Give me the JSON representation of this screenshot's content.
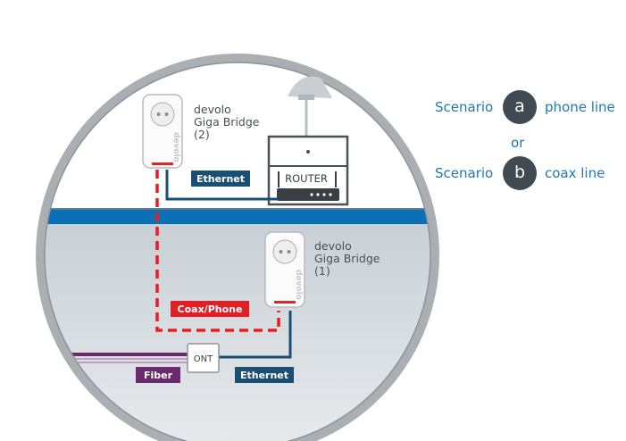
{
  "devices": {
    "upper": {
      "name_line1": "devolo",
      "name_line2": "Giga Bridge",
      "name_line3": "(2)"
    },
    "lower": {
      "name_line1": "devolo",
      "name_line2": "Giga Bridge",
      "name_line3": "(1)"
    },
    "brand": "devolo",
    "router": "ROUTER",
    "ont": "ONT"
  },
  "tags": {
    "ethernet_top": "Ethernet",
    "ethernet_bottom": "Ethernet",
    "coax_phone": "Coax/Phone",
    "fiber": "Fiber"
  },
  "legend": {
    "row_a": {
      "prefix": "Scenario",
      "letter": "a",
      "suffix": "phone line"
    },
    "or": "or",
    "row_b": {
      "prefix": "Scenario",
      "letter": "b",
      "suffix": "coax line"
    }
  },
  "colors": {
    "ethernet": "#1a4f73",
    "coax_phone": "#e31e24",
    "fiber": "#6b2a6b",
    "floor_band": "#0a6fb5",
    "accent": "#1f78b4"
  }
}
